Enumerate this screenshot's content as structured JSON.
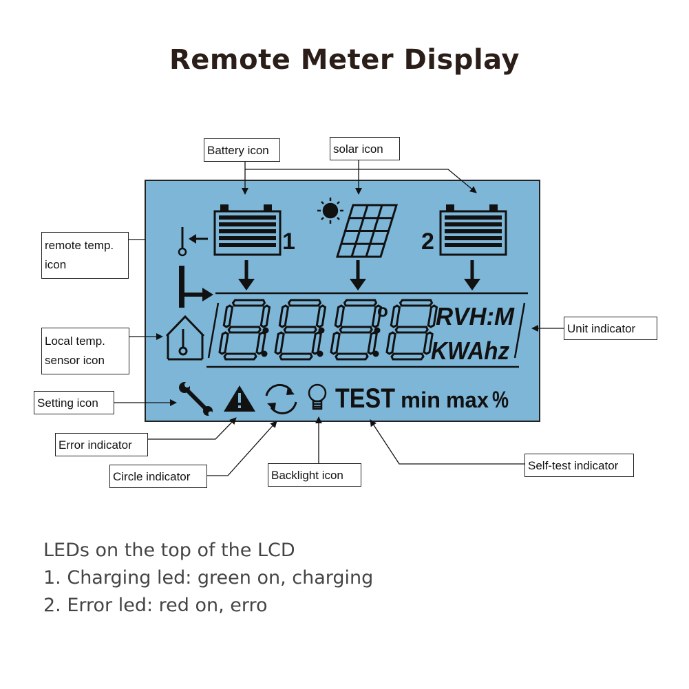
{
  "title": "Remote Meter Display",
  "lcd": {
    "battery1_number": "1",
    "battery2_number": "2",
    "unit_top": "RVH:M",
    "unit_bottom": "KWAhz",
    "test_text": "TEST",
    "min_text": "min",
    "max_text": "max",
    "percent_text": "%",
    "degree_symbol": "o",
    "colors": {
      "lcd_background": "#7eb6d8",
      "segment": "#111111"
    }
  },
  "labels": {
    "battery_icon": "Battery icon",
    "solar_icon": "solar icon",
    "remote_temp_line1": "remote  temp.",
    "remote_temp_line2": "icon",
    "unit_indicator": "Unit indicator",
    "local_temp_line1": "Local temp.",
    "local_temp_line2": "sensor icon",
    "setting_icon": "Setting icon",
    "error_indicator": "Error indicator",
    "circle_indicator": "Circle indicator",
    "backlight_icon": "Backlight icon",
    "self_test_indicator": "Self-test indicator"
  },
  "notes": {
    "heading": "LEDs on the top of the LCD",
    "item1": "1. Charging led: green on, charging",
    "item2": "2. Error led: red on, erro"
  }
}
